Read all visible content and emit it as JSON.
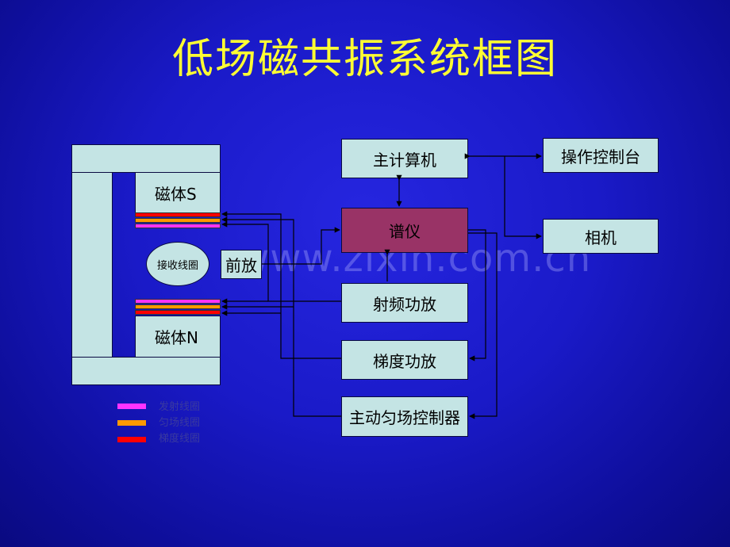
{
  "slide": {
    "title": "低场磁共振系统框图",
    "watermark": "www.zixin.com.cn"
  },
  "magnet": {
    "top_label": "磁体S",
    "bottom_label": "磁体N",
    "receive_coil": "接收线圈",
    "preamp": "前放"
  },
  "blocks": {
    "host_computer": "主计算机",
    "console": "操作控制台",
    "spectrometer": "谱仪",
    "camera": "相机",
    "rf_amp": "射频功放",
    "gradient_amp": "梯度功放",
    "shim_controller": "主动匀场控制器"
  },
  "legend": [
    {
      "label": "发射线圈",
      "color": "#ff33ff"
    },
    {
      "label": "匀场线圈",
      "color": "#ff9900"
    },
    {
      "label": "梯度线圈",
      "color": "#ff0000"
    }
  ],
  "colors": {
    "spectrometer_fill": "#993366",
    "coil_rf": "#ff33ff",
    "coil_shim": "#ff9900",
    "coil_gradient": "#ff0000"
  }
}
